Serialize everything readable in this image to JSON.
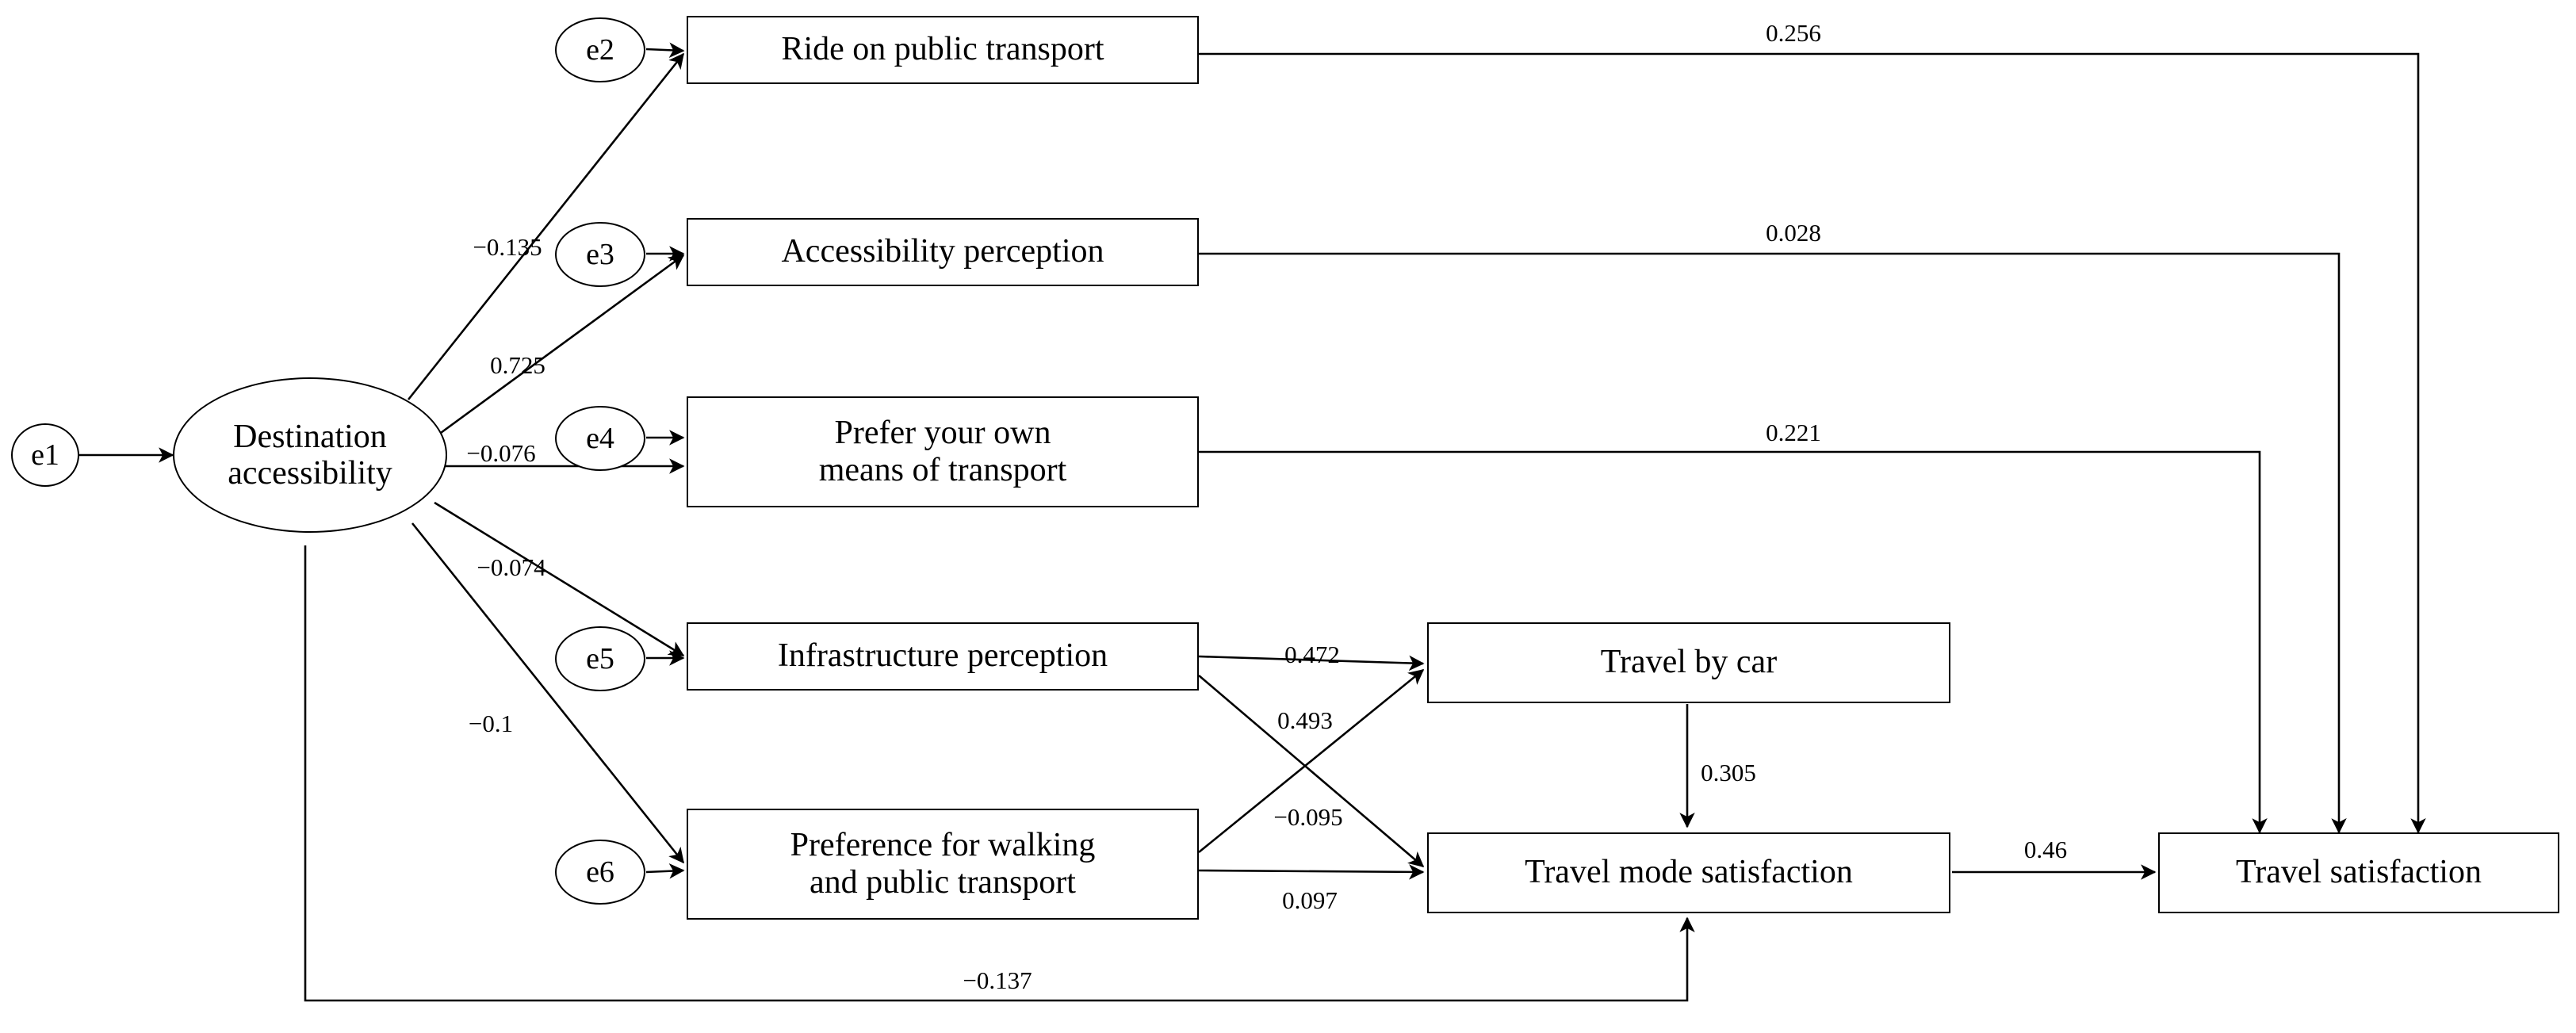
{
  "diagram": {
    "type": "structural-equation-model-path-diagram",
    "title": "Destination accessibility and travel satisfaction path model"
  },
  "latent_nodes": [
    {
      "id": "destination_accessibility",
      "label": "Destination\naccessibility",
      "shape": "ellipse"
    }
  ],
  "error_terms": [
    {
      "id": "e1",
      "label": "e1"
    },
    {
      "id": "e2",
      "label": "e2"
    },
    {
      "id": "e3",
      "label": "e3"
    },
    {
      "id": "e4",
      "label": "e4"
    },
    {
      "id": "e5",
      "label": "e5"
    },
    {
      "id": "e6",
      "label": "e6"
    }
  ],
  "observed_nodes": [
    {
      "id": "ride_public_transport",
      "label": "Ride on public transport"
    },
    {
      "id": "accessibility_perception",
      "label": "Accessibility perception"
    },
    {
      "id": "prefer_own_means",
      "line1": "Prefer your own",
      "line2": "means of transport"
    },
    {
      "id": "infrastructure_perception",
      "label": "Infrastructure perception"
    },
    {
      "id": "preference_walking",
      "line1": "Preference for walking",
      "line2": "and public transport"
    },
    {
      "id": "travel_by_car",
      "label": "Travel by car"
    },
    {
      "id": "travel_mode_satisfaction",
      "label": "Travel mode satisfaction"
    },
    {
      "id": "travel_satisfaction",
      "label": "Travel satisfaction"
    }
  ],
  "edges": [
    {
      "from": "destination_accessibility",
      "to": "ride_public_transport",
      "coefficient": "−0.135"
    },
    {
      "from": "destination_accessibility",
      "to": "accessibility_perception",
      "coefficient": "0.725"
    },
    {
      "from": "destination_accessibility",
      "to": "prefer_own_means",
      "coefficient": "−0.076"
    },
    {
      "from": "destination_accessibility",
      "to": "infrastructure_perception",
      "coefficient": "−0.074"
    },
    {
      "from": "destination_accessibility",
      "to": "preference_walking",
      "coefficient": "−0.1"
    },
    {
      "from": "destination_accessibility",
      "to": "travel_mode_satisfaction",
      "coefficient": "−0.137"
    },
    {
      "from": "ride_public_transport",
      "to": "travel_satisfaction",
      "coefficient": "0.256"
    },
    {
      "from": "accessibility_perception",
      "to": "travel_satisfaction",
      "coefficient": "0.028"
    },
    {
      "from": "prefer_own_means",
      "to": "travel_satisfaction",
      "coefficient": "0.221"
    },
    {
      "from": "infrastructure_perception",
      "to": "travel_by_car",
      "coefficient": "0.472"
    },
    {
      "from": "infrastructure_perception",
      "to": "travel_mode_satisfaction",
      "coefficient": "0.493"
    },
    {
      "from": "preference_walking",
      "to": "travel_by_car",
      "coefficient": "−0.095"
    },
    {
      "from": "preference_walking",
      "to": "travel_mode_satisfaction",
      "coefficient": "0.097"
    },
    {
      "from": "travel_by_car",
      "to": "travel_mode_satisfaction",
      "coefficient": "0.305"
    },
    {
      "from": "travel_mode_satisfaction",
      "to": "travel_satisfaction",
      "coefficient": "0.46"
    }
  ],
  "labels": {
    "e1": "e1",
    "e2": "e2",
    "e3": "e3",
    "e4": "e4",
    "e5": "e5",
    "e6": "e6",
    "destination_accessibility_l1": "Destination",
    "destination_accessibility_l2": "accessibility",
    "ride_public_transport": "Ride on public transport",
    "accessibility_perception": "Accessibility perception",
    "prefer_own_means_l1": "Prefer your own",
    "prefer_own_means_l2": "means of transport",
    "infrastructure_perception": "Infrastructure perception",
    "preference_walking_l1": "Preference for walking",
    "preference_walking_l2": "and public transport",
    "travel_by_car": "Travel by car",
    "travel_mode_satisfaction": "Travel mode satisfaction",
    "travel_satisfaction": "Travel satisfaction"
  },
  "coefficients": {
    "da_to_ride": "−0.135",
    "da_to_accperc": "0.725",
    "da_to_prefown": "−0.076",
    "da_to_infra": "−0.074",
    "da_to_prefwalk": "−0.1",
    "da_to_tms": "−0.137",
    "ride_to_ts": "0.256",
    "accperc_to_ts": "0.028",
    "prefown_to_ts": "0.221",
    "infra_to_car": "0.472",
    "infra_to_tms": "0.493",
    "prefwalk_to_car": "−0.095",
    "prefwalk_to_tms": "0.097",
    "car_to_tms": "0.305",
    "tms_to_ts": "0.46"
  },
  "style": {
    "stroke": "#000000",
    "fill": "#ffffff",
    "background": "#ffffff"
  }
}
